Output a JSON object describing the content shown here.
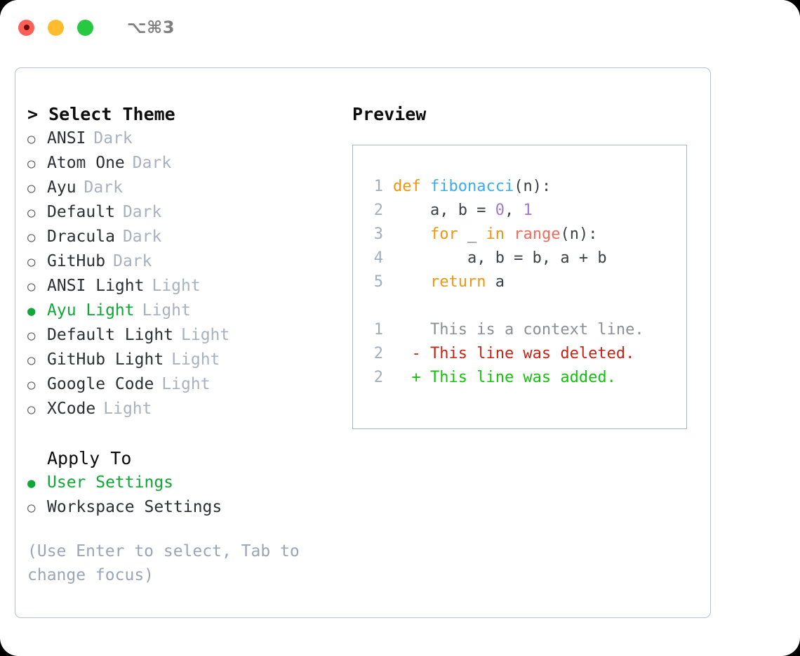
{
  "titlebar": {
    "shortcut": "⌥⌘3",
    "buttons": [
      {
        "name": "close",
        "color": "#fa5f58"
      },
      {
        "name": "minimize",
        "color": "#febc2e"
      },
      {
        "name": "zoom",
        "color": "#28c840"
      }
    ]
  },
  "theme_section": {
    "header": "> Select Theme",
    "items": [
      {
        "marker": "○",
        "label": "ANSI",
        "kind": "Dark",
        "selected": false
      },
      {
        "marker": "○",
        "label": "Atom One",
        "kind": "Dark",
        "selected": false
      },
      {
        "marker": "○",
        "label": "Ayu",
        "kind": "Dark",
        "selected": false
      },
      {
        "marker": "○",
        "label": "Default",
        "kind": "Dark",
        "selected": false
      },
      {
        "marker": "○",
        "label": "Dracula",
        "kind": "Dark",
        "selected": false
      },
      {
        "marker": "○",
        "label": "GitHub",
        "kind": "Dark",
        "selected": false
      },
      {
        "marker": "○",
        "label": "ANSI Light",
        "kind": "Light",
        "selected": false
      },
      {
        "marker": "●",
        "label": "Ayu Light",
        "kind": "Light",
        "selected": true
      },
      {
        "marker": "○",
        "label": "Default Light",
        "kind": "Light",
        "selected": false
      },
      {
        "marker": "○",
        "label": "GitHub Light",
        "kind": "Light",
        "selected": false
      },
      {
        "marker": "○",
        "label": "Google Code",
        "kind": "Light",
        "selected": false
      },
      {
        "marker": "○",
        "label": "XCode",
        "kind": "Light",
        "selected": false
      }
    ]
  },
  "apply_section": {
    "header": "Apply To",
    "items": [
      {
        "marker": "●",
        "label": "User Settings",
        "selected": true
      },
      {
        "marker": "○",
        "label": "Workspace Settings",
        "selected": false
      }
    ]
  },
  "hint": "(Use Enter to select, Tab to change focus)",
  "preview": {
    "title": "Preview",
    "code_lines": [
      {
        "number": "1",
        "tokens": [
          {
            "text": "def ",
            "type": "kw"
          },
          {
            "text": "fibonacci",
            "type": "fn"
          },
          {
            "text": "(n):",
            "type": "pl"
          }
        ]
      },
      {
        "number": "2",
        "tokens": [
          {
            "text": "    a, b = ",
            "type": "pl"
          },
          {
            "text": "0",
            "type": "num"
          },
          {
            "text": ", ",
            "type": "pl"
          },
          {
            "text": "1",
            "type": "num"
          }
        ]
      },
      {
        "number": "3",
        "tokens": [
          {
            "text": "    ",
            "type": "pl"
          },
          {
            "text": "for",
            "type": "kw"
          },
          {
            "text": " _ ",
            "type": "pl"
          },
          {
            "text": "in",
            "type": "kw"
          },
          {
            "text": " ",
            "type": "pl"
          },
          {
            "text": "range",
            "type": "bi"
          },
          {
            "text": "(n):",
            "type": "pl"
          }
        ]
      },
      {
        "number": "4",
        "tokens": [
          {
            "text": "        a, b = b, a + b",
            "type": "pl"
          }
        ]
      },
      {
        "number": "5",
        "tokens": [
          {
            "text": "    ",
            "type": "pl"
          },
          {
            "text": "return",
            "type": "kw"
          },
          {
            "text": " a",
            "type": "pl"
          }
        ]
      }
    ],
    "diff_lines": [
      {
        "number": "1",
        "sign": "  ",
        "text": "This is a context line.",
        "type": "ctx"
      },
      {
        "number": "2",
        "sign": "- ",
        "text": "This line was deleted.",
        "type": "del"
      },
      {
        "number": "2",
        "sign": "+ ",
        "text": "This line was added.",
        "type": "add"
      }
    ]
  },
  "colors": {
    "accent_green": "#11a736",
    "muted": "#a7b1bf",
    "keyword": "#f2950e",
    "function": "#3aabf0",
    "number": "#a37acc",
    "builtin": "#f66a5a",
    "diff_deleted": "#c62316",
    "diff_added": "#13c20b",
    "panel_border": "#b7c0cd"
  }
}
